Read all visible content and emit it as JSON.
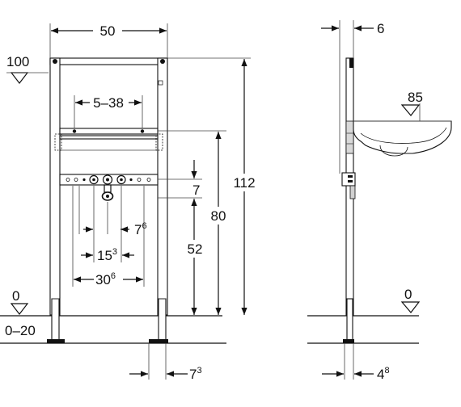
{
  "dimensions": {
    "width_top": "50",
    "depth_top": "6",
    "height_level": "100",
    "sink_depth": "85",
    "bracket_range": "5–38",
    "total_height": "112",
    "bracket_height": "80",
    "offset_small": "7",
    "connection_height": "52",
    "spacing_a_main": "7",
    "spacing_a_sup": "6",
    "spacing_b_main": "15",
    "spacing_b_sup": "3",
    "spacing_c_main": "30",
    "spacing_c_sup": "6",
    "floor_level_front": "0",
    "floor_range": "0–20",
    "foot_width_main": "7",
    "foot_width_sup": "3",
    "floor_level_side": "0",
    "foot_depth_main": "4",
    "foot_depth_sup": "8"
  }
}
